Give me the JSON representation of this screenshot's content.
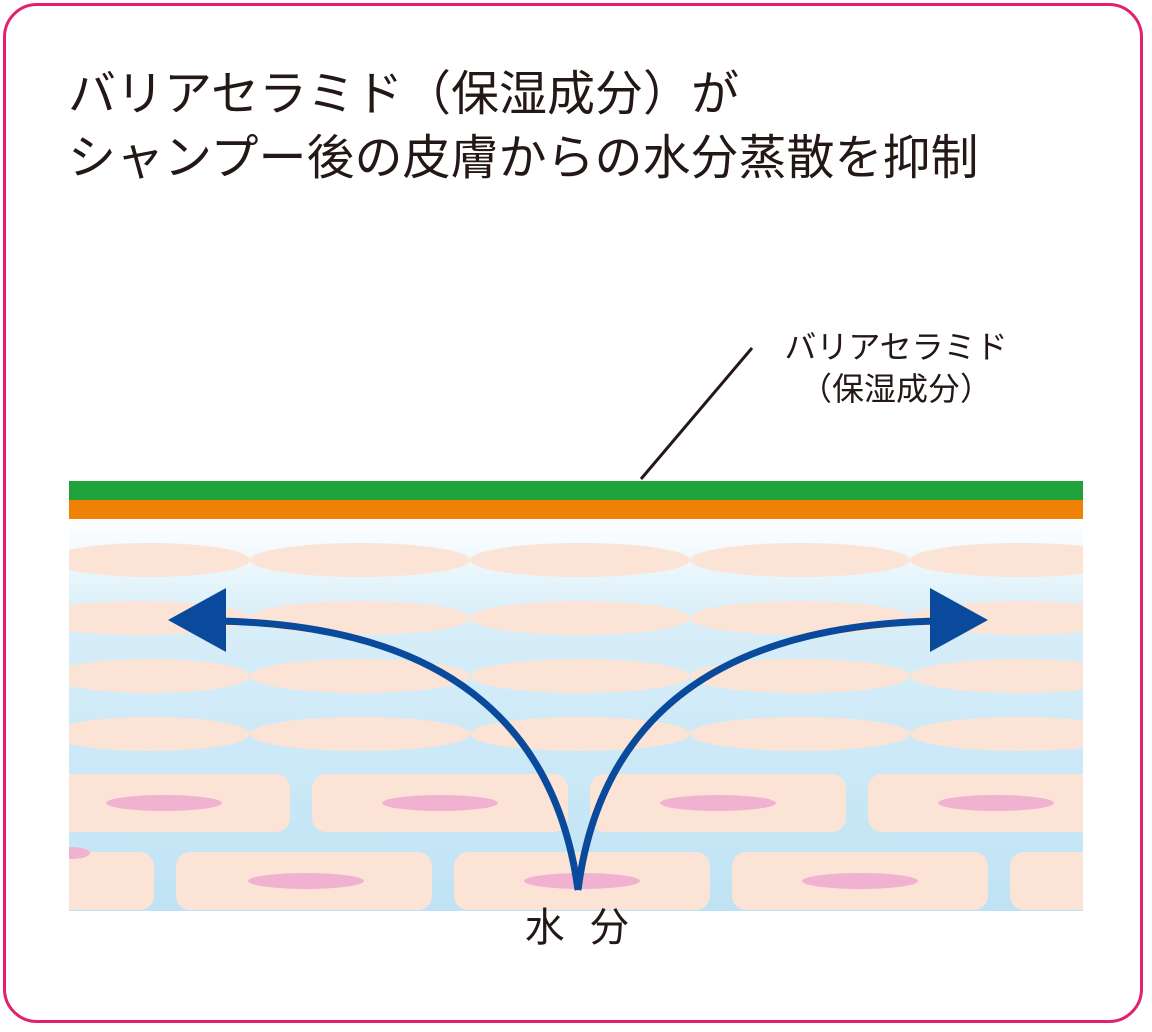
{
  "title": {
    "line1": "バリアセラミド（保湿成分）が",
    "line2": "シャンプー後の皮膚からの水分蒸散を抑制"
  },
  "callout": {
    "line1": "バリアセラミド",
    "line2": "（保湿成分）"
  },
  "bottom_label": "水 分",
  "colors": {
    "frame": "#e0216e",
    "ceramide_layer": "#1fa23a",
    "orange_layer": "#ef8104",
    "skin_cell": "#fbe4d6",
    "nucleus": "#f1b2d2",
    "interstitial": "#bfe3f4",
    "arrow": "#0a4a9c",
    "text": "#231815"
  },
  "icons": [
    "arrow-left-icon",
    "arrow-right-icon"
  ]
}
